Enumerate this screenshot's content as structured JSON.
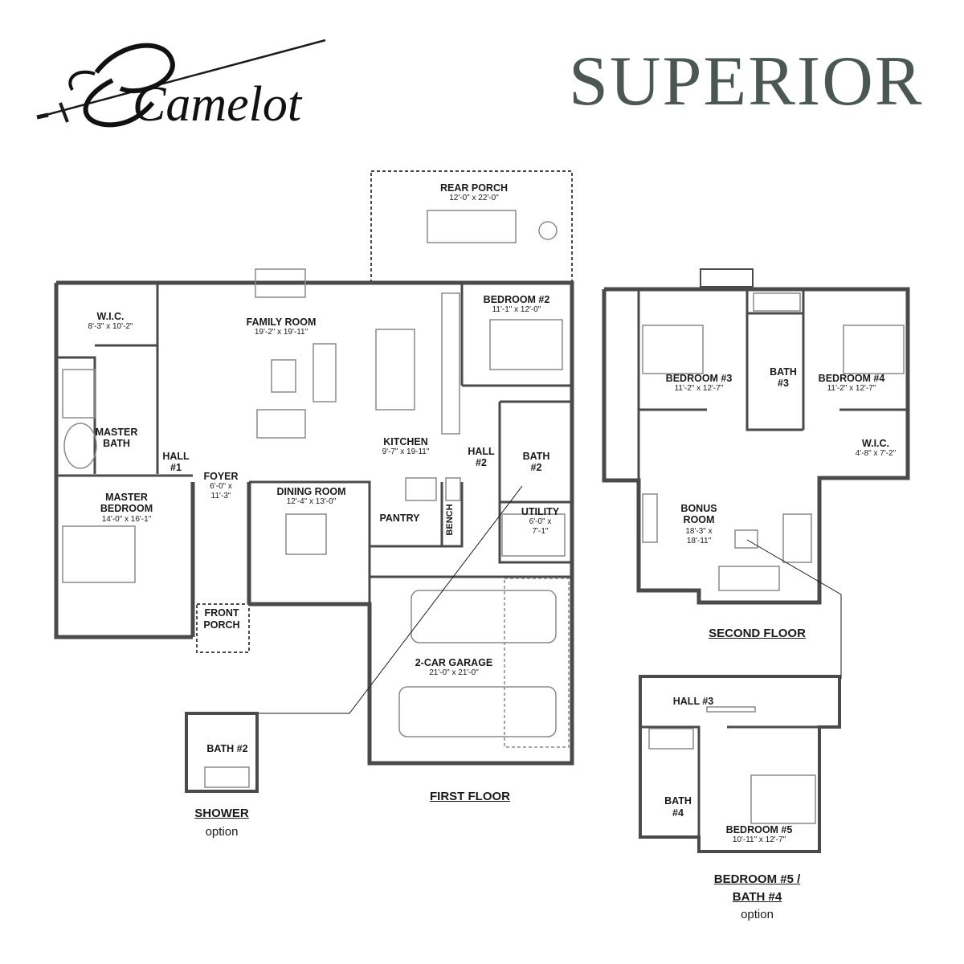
{
  "brand": {
    "logo_text": "Camelot"
  },
  "title": "SUPERIOR",
  "colors": {
    "title": "#4a5753",
    "wall": "#4a4a4a",
    "ink": "#1a1a1a",
    "fixture": "#8a8a8a"
  },
  "rooms": {
    "rear_porch": {
      "name": "REAR PORCH",
      "size": "12'-0\" x 22'-0\""
    },
    "family_room": {
      "name": "FAMILY ROOM",
      "size": "19'-2\" x 19'-11\""
    },
    "bedroom2": {
      "name": "BEDROOM #2",
      "size": "11'-1\" x 12'-0\""
    },
    "wic_master": {
      "name": "W.I.C.",
      "size": "8'-3\" x 10'-2\""
    },
    "master_bath": {
      "name1": "MASTER",
      "name2": "BATH"
    },
    "hall1": {
      "name1": "HALL",
      "name2": "#1"
    },
    "kitchen": {
      "name": "KITCHEN",
      "size": "9'-7\" x 19-11\""
    },
    "hall2": {
      "name1": "HALL",
      "name2": "#2"
    },
    "bath2": {
      "name1": "BATH",
      "name2": "#2"
    },
    "foyer": {
      "name": "FOYER",
      "size1": "6'-0\" x",
      "size2": "11'-3\""
    },
    "dining_room": {
      "name": "DINING ROOM",
      "size": "12'-4\" x 13'-0\""
    },
    "master_bedroom": {
      "name1": "MASTER",
      "name2": "BEDROOM",
      "size": "14'-0\" x 16'-1\""
    },
    "pantry": {
      "name": "PANTRY"
    },
    "bench": {
      "name": "BENCH"
    },
    "utility": {
      "name": "UTILITY",
      "size1": "6'-0\" x",
      "size2": "7'-1\""
    },
    "front_porch": {
      "name1": "FRONT",
      "name2": "PORCH"
    },
    "garage": {
      "name": "2-CAR GARAGE",
      "size": "21'-0\" x 21'-0\""
    },
    "bedroom3": {
      "name": "BEDROOM #3",
      "size": "11'-2\" x 12'-7\""
    },
    "bath3": {
      "name1": "BATH",
      "name2": "#3"
    },
    "bedroom4": {
      "name": "BEDROOM #4",
      "size": "11'-2\" x 12'-7\""
    },
    "wic_upper": {
      "name": "W.I.C.",
      "size": "4'-8\" x 7'-2\""
    },
    "bonus_room": {
      "name1": "BONUS",
      "name2": "ROOM",
      "size1": "18'-3\" x",
      "size2": "18'-11\""
    },
    "hall3": {
      "name": "HALL #3"
    },
    "bath4": {
      "name1": "BATH",
      "name2": "#4"
    },
    "bedroom5": {
      "name": "BEDROOM #5",
      "size": "10'-11\" x 12'-7\""
    },
    "shower_bath2": {
      "name": "BATH #2"
    }
  },
  "plans": {
    "first_floor": "FIRST FLOOR",
    "second_floor": "SECOND FLOOR",
    "shower_option": {
      "label": "SHOWER",
      "note": "option"
    },
    "bedroom5_option": {
      "line1": "BEDROOM #5 /",
      "line2": "BATH #4",
      "note": "option"
    }
  }
}
